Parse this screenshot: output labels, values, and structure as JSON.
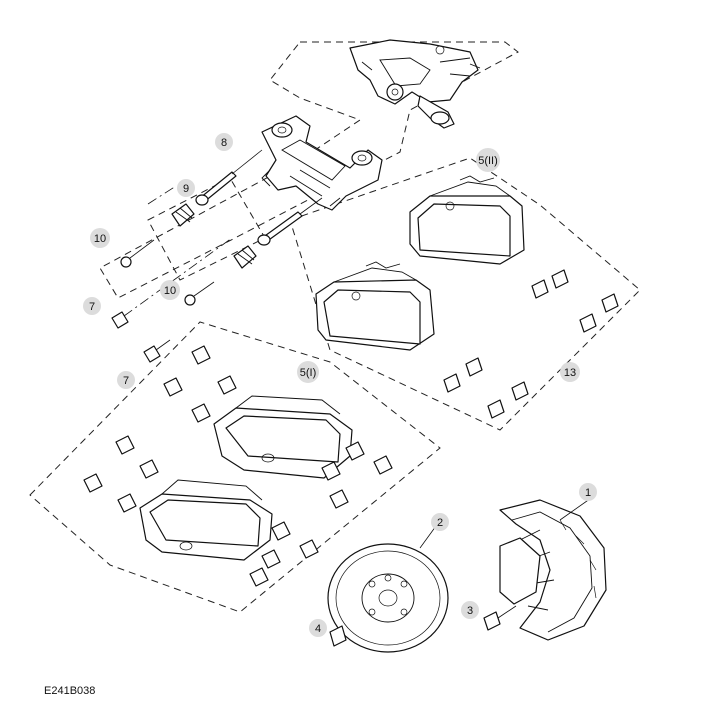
{
  "figure_ref": "E241B038",
  "callouts": {
    "c1": "1",
    "c2": "2",
    "c3": "3",
    "c4": "4",
    "c5a": "5(I)",
    "c5b": "5(II)",
    "c7a": "7",
    "c7b": "7",
    "c8": "8",
    "c9": "9",
    "c10a": "10",
    "c10b": "10",
    "c13": "13"
  }
}
